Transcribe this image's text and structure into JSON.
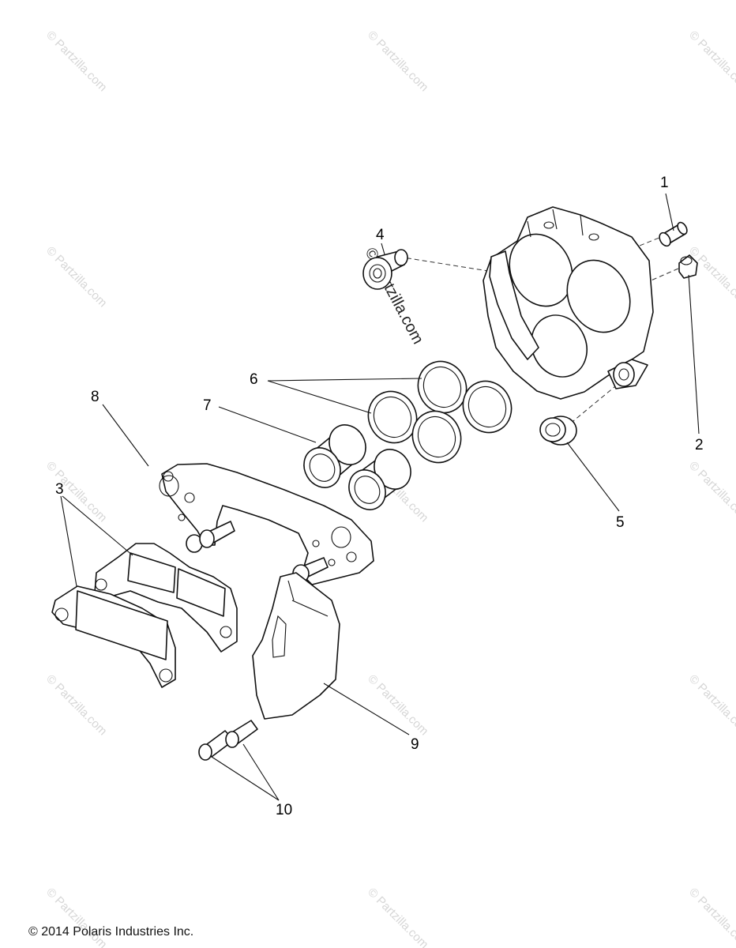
{
  "diagram": {
    "callouts": [
      "1",
      "2",
      "3",
      "4",
      "5",
      "6",
      "7",
      "8",
      "9",
      "10"
    ],
    "watermark": "© Partzilla.com",
    "copyright": "© 2014 Polaris Industries Inc."
  }
}
